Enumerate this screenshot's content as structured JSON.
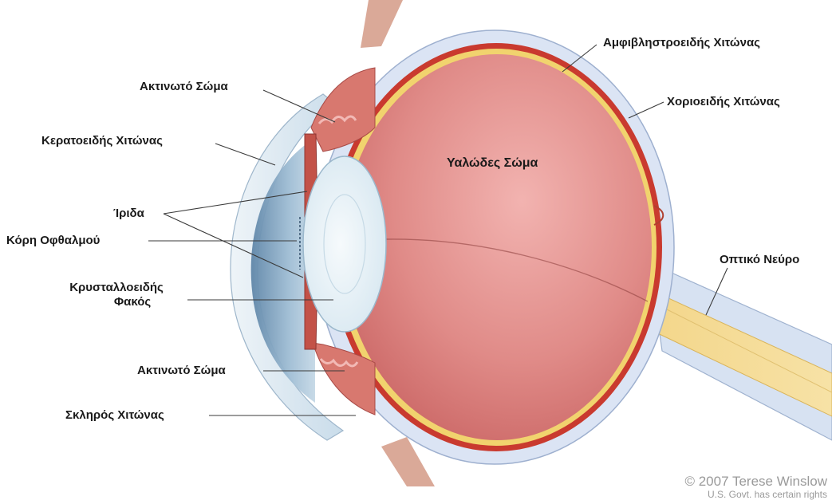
{
  "diagram": {
    "labels": {
      "ciliary_body_top": "Ακτινωτό Σώμα",
      "cornea": "Κερατοειδής Χιτώνας",
      "iris": "Ίριδα",
      "pupil": "Κόρη Οφθαλμού",
      "lens_line1": "Κρυσταλλοειδής",
      "lens_line2": "Φακός",
      "ciliary_body_bottom": "Ακτινωτό Σώμα",
      "sclera": "Σκληρός Χιτώνας",
      "retina": "Αμφιβληστροειδής Χιτώνας",
      "choroid": "Χοριοειδής Χιτώνας",
      "vitreous": "Υαλώδες Σώμα",
      "optic_nerve": "Οπτικό Νεύρο"
    },
    "credit": {
      "line1": "© 2007 Terese Winslow",
      "line2": "U.S. Govt. has certain rights"
    }
  }
}
